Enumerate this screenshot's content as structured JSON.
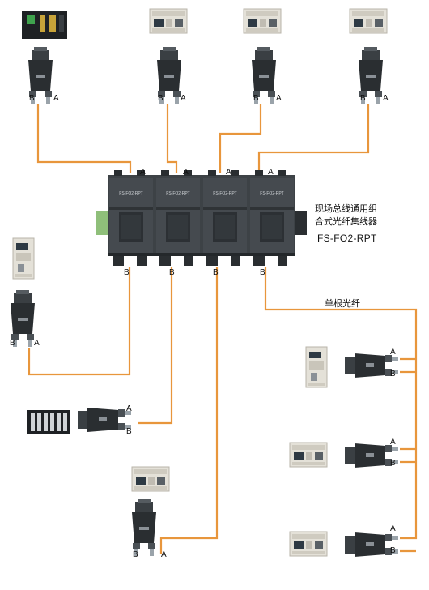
{
  "hub": {
    "title_line1": "现场总线通用组",
    "title_line2": "合式光纤集线器",
    "model": "FS-FO2-RPT",
    "module_label": "FS-FO2-RPT",
    "port_top": "A",
    "port_bottom": "B"
  },
  "fiber_label": "单根光纤",
  "port_a": "A",
  "port_b": "B",
  "colors": {
    "fiber": "#e8963c",
    "module": "#3d4246",
    "module_dark": "#24282b",
    "plc_body": "#e4e1d8",
    "converter": "#2a2e31"
  }
}
